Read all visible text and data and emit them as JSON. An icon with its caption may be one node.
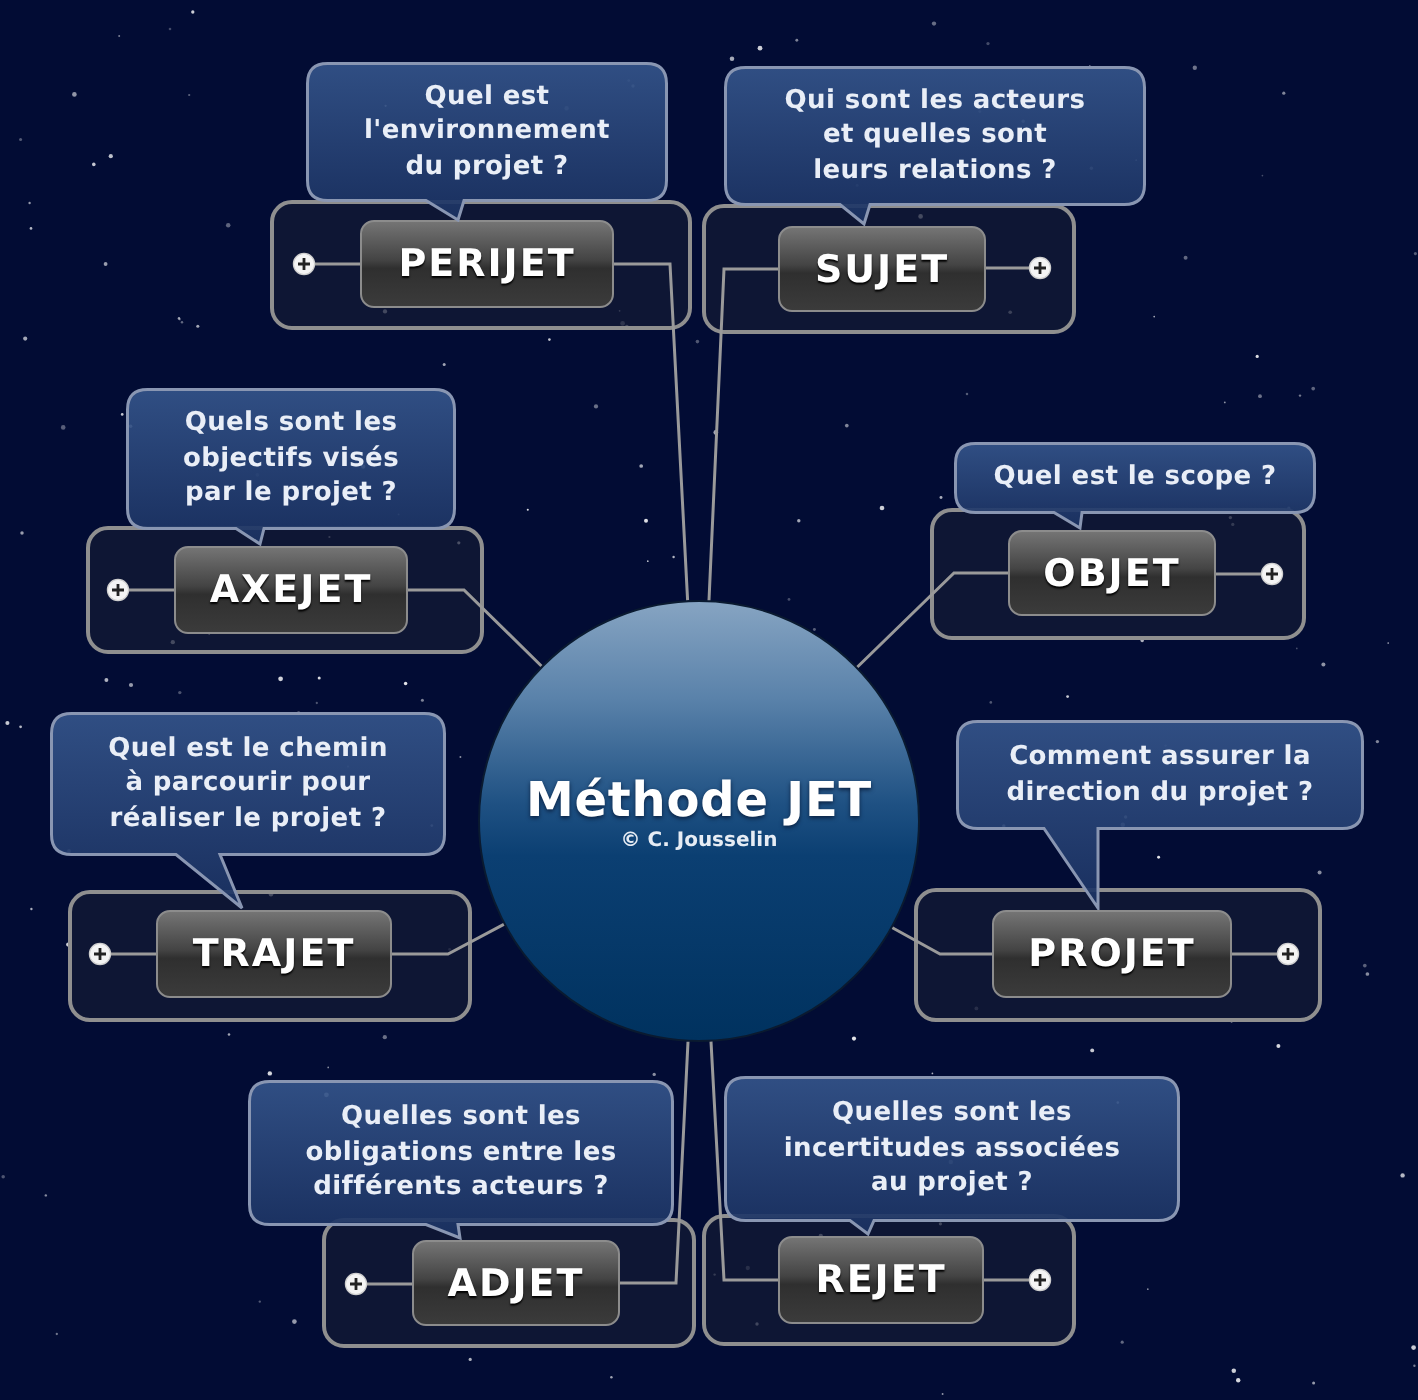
{
  "diagram": {
    "nodes": [
      {
        "text": [
          "Méthode JET",
          "© C. Jousselin"
        ]
      },
      {
        "text": [
          "Quel est l'environnement du projet ?"
        ]
      },
      {
        "text": [],
        "shape": "box"
      },
      {
        "text": [
          "PERIJET"
        ],
        "in": 2
      },
      {
        "text": [
          "Qui sont les acteurs et quelles sont leurs relations ?"
        ]
      },
      {
        "text": [],
        "shape": "box"
      },
      {
        "text": [
          "SUJET"
        ],
        "in": 5
      },
      {
        "text": [
          "Quels sont les objectifs visés par le projet ?"
        ]
      },
      {
        "text": [],
        "shape": "box"
      },
      {
        "text": [
          "AXEJET"
        ],
        "in": 8
      },
      {
        "text": [
          "Quel est le scope ?"
        ]
      },
      {
        "text": [],
        "shape": "box"
      },
      {
        "text": [
          "OBJET"
        ],
        "in": 11
      },
      {
        "text": [
          "Quel est le chemin à parcourir pour réaliser le projet ?"
        ]
      },
      {
        "text": [],
        "shape": "box"
      },
      {
        "text": [
          "TRAJET"
        ],
        "in": 14
      },
      {
        "text": [
          "Comment assurer la direction du projet ?"
        ]
      },
      {
        "text": [],
        "shape": "box"
      },
      {
        "text": [
          "PROJET"
        ],
        "in": 17
      },
      {
        "text": [
          "Quelles sont les obligations entre les différents acteurs ?"
        ]
      },
      {
        "text": [],
        "shape": "box"
      },
      {
        "text": [
          "ADJET"
        ],
        "in": 20
      },
      {
        "text": [
          "Quelles sont les incertitudes associées au projet ?"
        ]
      },
      {
        "text": [],
        "shape": "box"
      },
      {
        "text": [
          "REJET"
        ],
        "in": 23
      }
    ],
    "edges": [
      {
        "from": 0,
        "to": 3,
        "arrow": "none"
      },
      {
        "from": 0,
        "to": 6,
        "arrow": "none"
      },
      {
        "from": 0,
        "to": 9,
        "arrow": "none"
      },
      {
        "from": 0,
        "to": 12,
        "arrow": "none"
      },
      {
        "from": 0,
        "to": 15,
        "arrow": "none"
      },
      {
        "from": 0,
        "to": 18,
        "arrow": "none"
      },
      {
        "from": 0,
        "to": 21,
        "arrow": "none"
      },
      {
        "from": 0,
        "to": 24,
        "arrow": "none"
      }
    ]
  }
}
